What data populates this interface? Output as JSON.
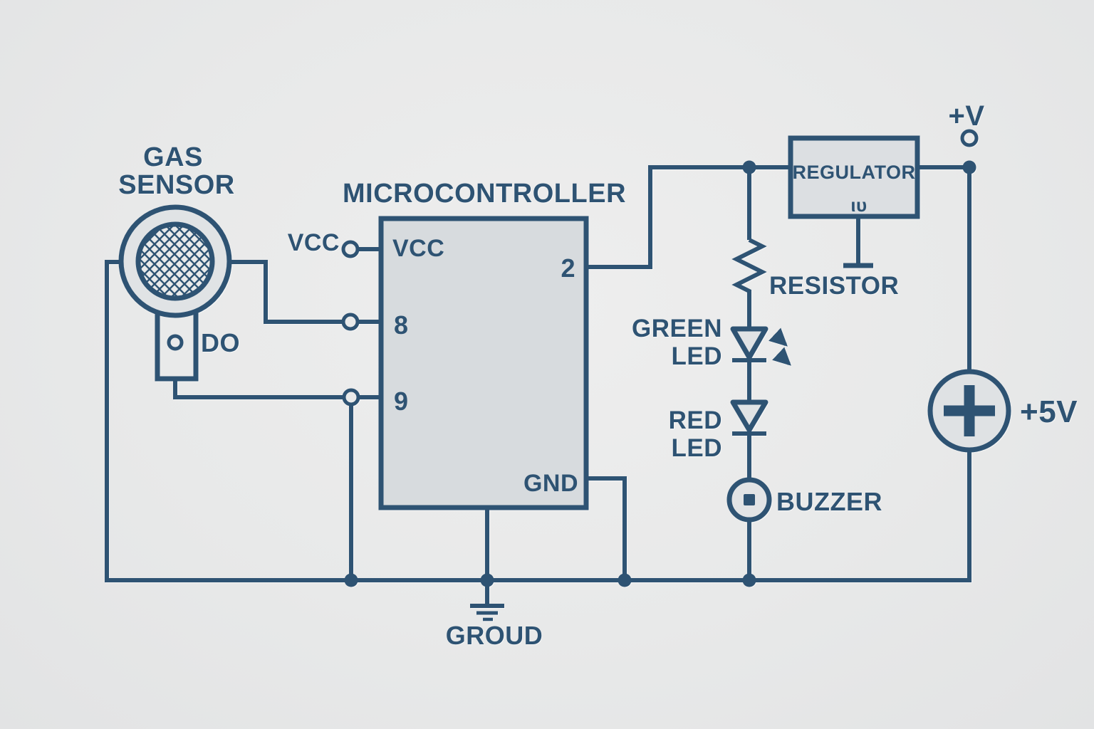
{
  "diagram": {
    "type": "circuit-schematic",
    "title": "Gas sensor alarm circuit",
    "labels": {
      "gas_sensor_line1": "GAS",
      "gas_sensor_line2": "SENSOR",
      "do_pin": "DO",
      "vcc_source": "VCC",
      "microcontroller_title": "MICROCONTROLLER",
      "pin_vcc": "VCC",
      "pin_8": "8",
      "pin_9": "9",
      "pin_2": "2",
      "pin_gnd": "GND",
      "resistor": "RESISTOR",
      "green_led_line1": "GREEN",
      "green_led_line2": "LED",
      "red_led_line1": "RED",
      "red_led_line2": "LED",
      "buzzer": "BUZZER",
      "regulator": "REGULATOR",
      "regulator_mark": "ιυ",
      "positive_v": "+V",
      "supply_5v": "+5V",
      "ground": "GROUD"
    },
    "colors": {
      "background": "#eaebeb",
      "line": "#2e5373",
      "text": "#2e5373",
      "component_fill": "#d7dbde",
      "regulator_fill": "#dcdfe2",
      "light_fill": "#e0e3e5"
    }
  }
}
